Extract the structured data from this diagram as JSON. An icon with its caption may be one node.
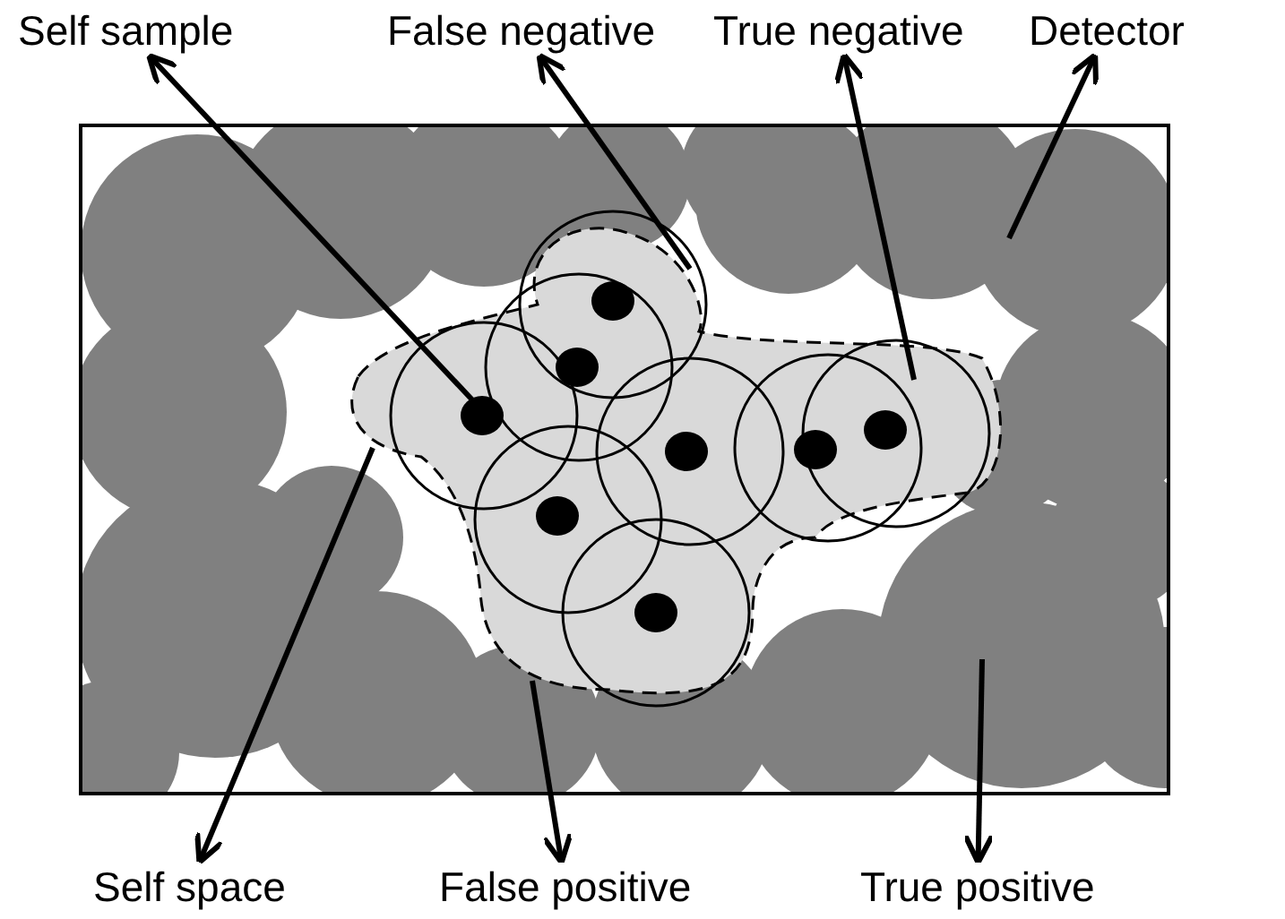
{
  "diagram": {
    "nodes": [
      {
        "text": [
          "Self sample"
        ]
      },
      {
        "text": [
          "False negative"
        ]
      },
      {
        "text": [
          "True negative"
        ]
      },
      {
        "text": [
          "Detector"
        ]
      },
      {
        "text": [
          "Self space"
        ]
      },
      {
        "text": [
          "False positive"
        ]
      },
      {
        "text": [
          "True positive"
        ]
      }
    ],
    "edges": [
      {
        "from": null,
        "to": 0,
        "arrow": "to"
      },
      {
        "from": null,
        "to": 1,
        "arrow": "to"
      },
      {
        "from": null,
        "to": 2,
        "arrow": "to"
      },
      {
        "from": null,
        "to": 3,
        "arrow": "to"
      },
      {
        "from": null,
        "to": 4,
        "arrow": "to"
      },
      {
        "from": null,
        "to": 5,
        "arrow": "to"
      },
      {
        "from": null,
        "to": 6,
        "arrow": "to"
      }
    ]
  }
}
